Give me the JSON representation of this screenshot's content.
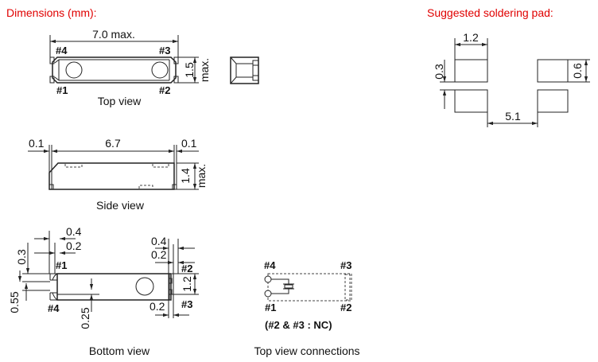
{
  "titles": {
    "dimensions": "Dimensions (mm):",
    "soldering": "Suggested soldering pad:"
  },
  "colors": {
    "title": "#e00000"
  },
  "top_view": {
    "caption": "Top view",
    "length": "7.0 max.",
    "width": "1.5",
    "width_max": "max.",
    "pins": {
      "p1": "#1",
      "p2": "#2",
      "p3": "#3",
      "p4": "#4"
    }
  },
  "side_view": {
    "caption": "Side view",
    "left": "0.1",
    "body": "6.7",
    "right": "0.1",
    "height": "1.4",
    "height_max": "max."
  },
  "bottom_view": {
    "caption": "Bottom view",
    "dims": {
      "l04": "0.4",
      "l02": "0.2",
      "r04": "0.4",
      "r02": "0.2",
      "l03": "0.3",
      "l055": "0.55",
      "c025": "0.25",
      "r02b": "0.2",
      "w12": "1.2"
    },
    "pins": {
      "p1": "#1",
      "p2": "#2",
      "p3": "#3",
      "p4": "#4"
    }
  },
  "connections": {
    "caption": "Top view connections",
    "note": "(#2 & #3 : NC)",
    "pins": {
      "p1": "#1",
      "p2": "#2",
      "p3": "#3",
      "p4": "#4"
    }
  },
  "pad": {
    "width": "1.2",
    "gap": "0.3",
    "height": "0.6",
    "spacing": "5.1"
  }
}
